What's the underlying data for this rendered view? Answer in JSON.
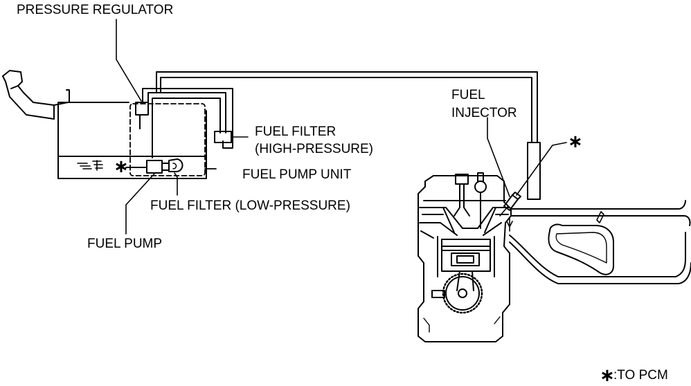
{
  "labels": {
    "pressure_regulator": "PRESSURE REGULATOR",
    "fuel_filter_hp_line1": "FUEL FILTER",
    "fuel_filter_hp_line2": "(HIGH-PRESSURE)",
    "fuel_pump_unit": "FUEL PUMP UNIT",
    "fuel_filter_lp": "FUEL FILTER (LOW-PRESSURE)",
    "fuel_pump": "FUEL PUMP",
    "fuel_injector_line1": "FUEL",
    "fuel_injector_line2": "INJECTOR",
    "pcm_star": "∗",
    "injector_star": "∗",
    "legend_star": "∗",
    "legend_text": ":TO PCM"
  }
}
